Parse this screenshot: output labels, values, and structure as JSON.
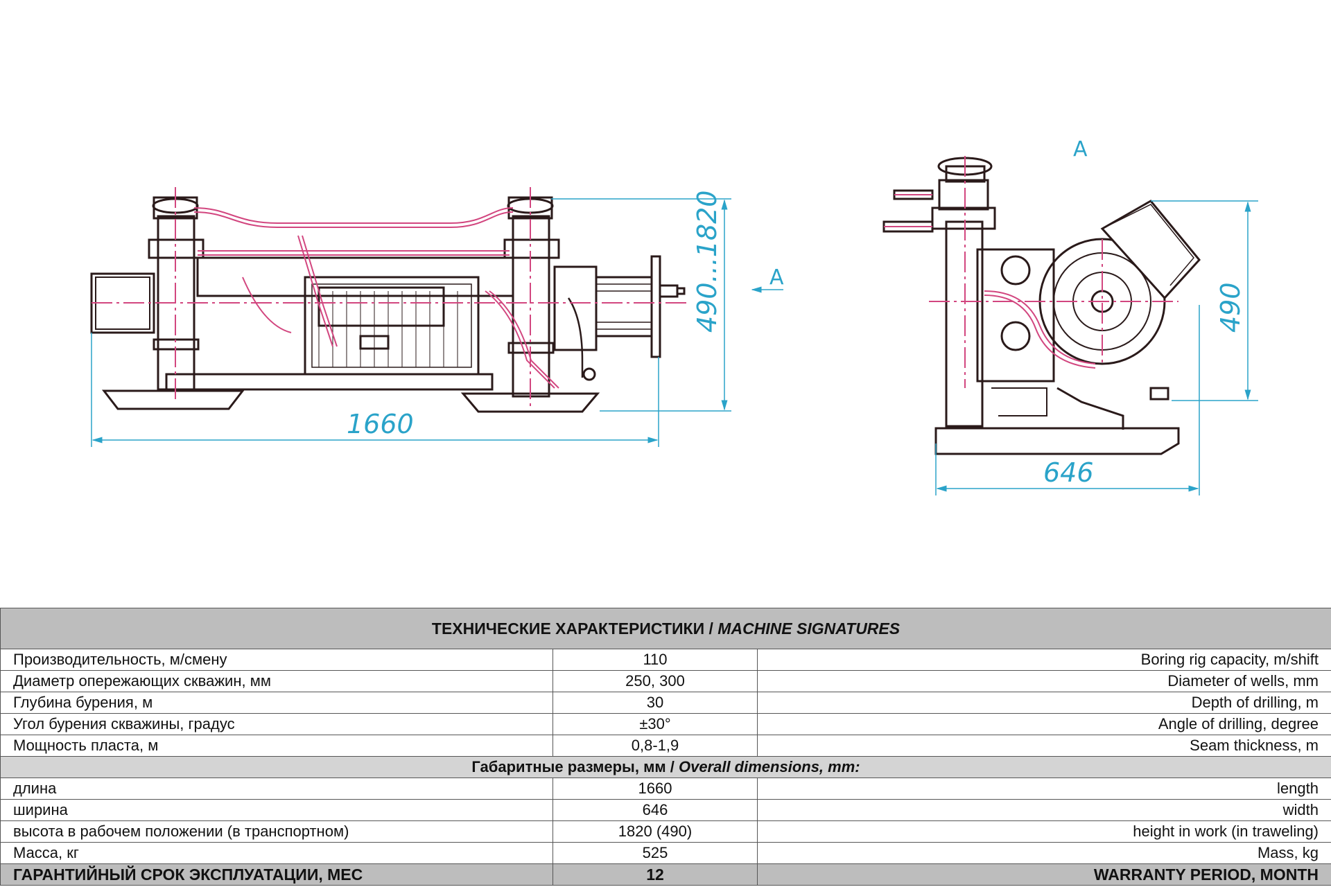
{
  "drawing": {
    "side_view": {
      "length_label": "1660",
      "height_label": "490...1820",
      "view_marker": "A"
    },
    "front_view": {
      "view_label": "A",
      "width_label": "646",
      "height_label": "490"
    },
    "colors": {
      "outline": "#2a1a1a",
      "hydraulic_lines": "#d2467f",
      "dimensions": "#2aa3c9"
    }
  },
  "specs": {
    "title_ru": "ТЕХНИЧЕСКИЕ ХАРАКТЕРИСТИКИ / ",
    "title_en": "MACHINE SIGNATURES",
    "rows": [
      {
        "ru": "Производительность, м/смену",
        "value": "110",
        "en": "Boring rig capacity, m/shift"
      },
      {
        "ru": "Диаметр опережающих скважин, мм",
        "value": "250, 300",
        "en": "Diameter of wells, mm"
      },
      {
        "ru": "Глубина бурения, м",
        "value": "30",
        "en": "Depth of drilling, m"
      },
      {
        "ru": "Угол бурения скважины, градус",
        "value": "±30°",
        "en": "Angle of drilling, degree"
      },
      {
        "ru": "Мощность пласта, м",
        "value": "0,8-1,9",
        "en": "Seam thickness, m"
      }
    ],
    "dims_header_ru": "Габаритные размеры, мм / ",
    "dims_header_en": "Overall dimensions, mm:",
    "dims_rows": [
      {
        "ru": "длина",
        "value": "1660",
        "en": "length"
      },
      {
        "ru": "ширина",
        "value": "646",
        "en": "width"
      },
      {
        "ru": "высота в рабочем положении (в транспортном)",
        "value": "1820 (490)",
        "en": "height in work (in traweling)"
      },
      {
        "ru": "Масса, кг",
        "value": "525",
        "en": "Mass, kg"
      }
    ],
    "warranty": {
      "ru": "ГАРАНТИЙНЫЙ СРОК ЭКСПЛУАТАЦИИ, МЕС",
      "value": "12",
      "en": "WARRANTY PERIOD, MONTH"
    }
  }
}
